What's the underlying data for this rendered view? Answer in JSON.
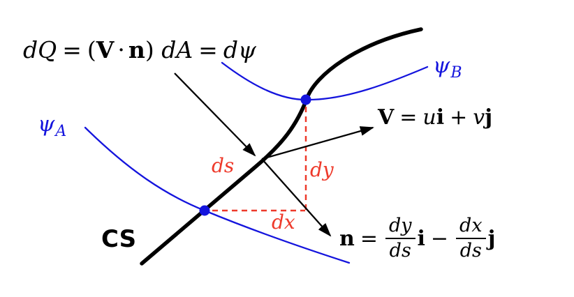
{
  "colors": {
    "curve_black": "#000000",
    "streamline_blue": "#1414dd",
    "measure_red": "#ee3a2b",
    "background": "#ffffff"
  },
  "equations": {
    "flux": {
      "dQ": "dQ",
      "eq1": "=",
      "lparen": "(",
      "V": "V",
      "cdot": "·",
      "n": "n",
      "rparen": ")",
      "dA": "dA",
      "eq2": "=",
      "dpsi": "dψ"
    },
    "velocity": {
      "V": "V",
      "eq": "=",
      "u": "u",
      "i": "i",
      "plus": "+",
      "v": "v",
      "j": "j"
    },
    "normal": {
      "n": "n",
      "eq": "=",
      "frac1_num": "dy",
      "frac1_den": "ds",
      "i": "i",
      "minus": "−",
      "frac2_num": "dx",
      "frac2_den": "ds",
      "j": "j"
    }
  },
  "labels": {
    "psi_a": {
      "symbol": "ψ",
      "subscript": "A"
    },
    "psi_b": {
      "symbol": "ψ",
      "subscript": "B"
    },
    "cs": "CS",
    "ds": "ds",
    "dy": "dy",
    "dx": "dx"
  }
}
